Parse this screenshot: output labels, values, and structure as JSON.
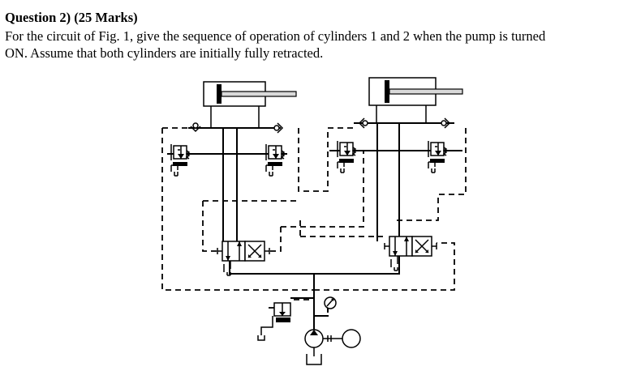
{
  "question": {
    "heading": "Question 2) (25 Marks)",
    "line1": "For the circuit of Fig. 1, give the sequence of operation of cylinders 1 and 2 when the pump is turned",
    "line2": "ON. Assume that both cylinders are initially fully retracted."
  },
  "diagram": {
    "components": [
      {
        "name": "cylinder-1",
        "icon": "double-acting-cylinder"
      },
      {
        "name": "cylinder-2",
        "icon": "double-acting-cylinder"
      },
      {
        "name": "directional-valve-1",
        "icon": "pilot-operated-directional-valve"
      },
      {
        "name": "directional-valve-2",
        "icon": "pilot-operated-directional-valve"
      },
      {
        "name": "sequence-valves",
        "icon": "sequence-valve-with-check",
        "count": 4
      },
      {
        "name": "relief-valve",
        "icon": "pressure-relief-valve"
      },
      {
        "name": "pressure-gauge",
        "icon": "pressure-gauge"
      },
      {
        "name": "pump",
        "icon": "fixed-displacement-pump"
      },
      {
        "name": "motor",
        "icon": "electric-motor"
      },
      {
        "name": "tanks",
        "icon": "reservoir-symbol"
      }
    ],
    "colors": {
      "lines": "#000000",
      "background": "#ffffff",
      "rod": "#d9d9d9"
    }
  }
}
